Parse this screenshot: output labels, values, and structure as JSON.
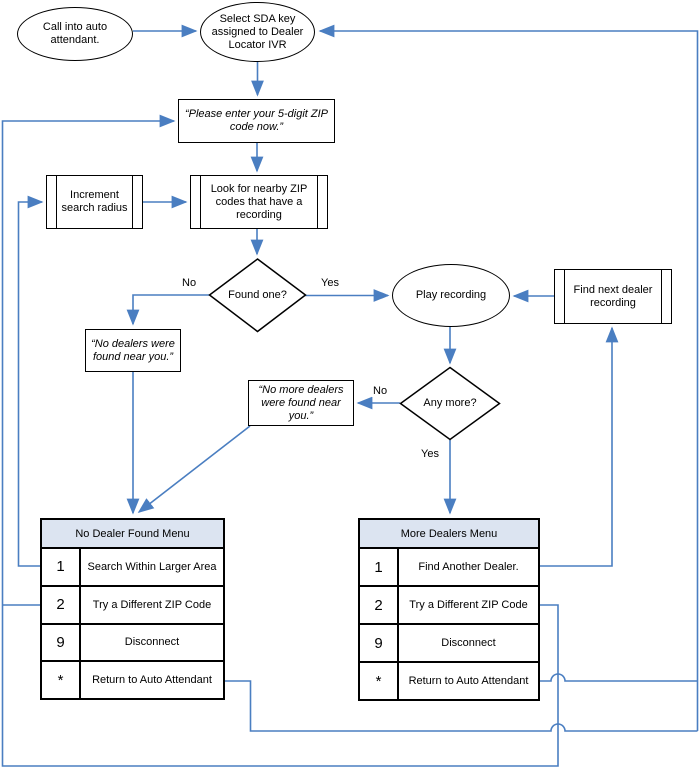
{
  "colors": {
    "connector_blue": "#4a7ec1",
    "menu_header_bg": "#dce4f1",
    "shape_border": "#000000",
    "background": "#ffffff"
  },
  "nodes": {
    "call": {
      "label": "Call into auto attendant."
    },
    "sda": {
      "label": "Select SDA key assigned to Dealer Locator IVR"
    },
    "zip_prompt": {
      "label": "“Please enter your 5-digit ZIP code now.”"
    },
    "increment": {
      "label": "Increment search radius"
    },
    "look": {
      "label": "Look for nearby ZIP codes that have a recording"
    },
    "found_one": {
      "label": "Found one?"
    },
    "play": {
      "label": "Play recording"
    },
    "find_next": {
      "label": "Find next dealer recording"
    },
    "no_dealers": {
      "label": "“No dealers were found near you.”"
    },
    "no_more": {
      "label": "“No more dealers were found near you.”"
    },
    "any_more": {
      "label": "Any more?"
    }
  },
  "edge_labels": {
    "found_one_no": "No",
    "found_one_yes": "Yes",
    "any_more_no": "No",
    "any_more_yes": "Yes"
  },
  "menus": {
    "no_dealer_found": {
      "title": "No Dealer Found Menu",
      "rows": [
        {
          "key": "1",
          "label": "Search Within Larger Area"
        },
        {
          "key": "2",
          "label": "Try a Different ZIP Code"
        },
        {
          "key": "9",
          "label": "Disconnect"
        },
        {
          "key": "*",
          "label": "Return to Auto Attendant"
        }
      ]
    },
    "more_dealers": {
      "title": "More Dealers Menu",
      "rows": [
        {
          "key": "1",
          "label": "Find Another Dealer."
        },
        {
          "key": "2",
          "label": "Try a Different ZIP Code"
        },
        {
          "key": "9",
          "label": "Disconnect"
        },
        {
          "key": "*",
          "label": "Return to Auto Attendant"
        }
      ]
    }
  }
}
